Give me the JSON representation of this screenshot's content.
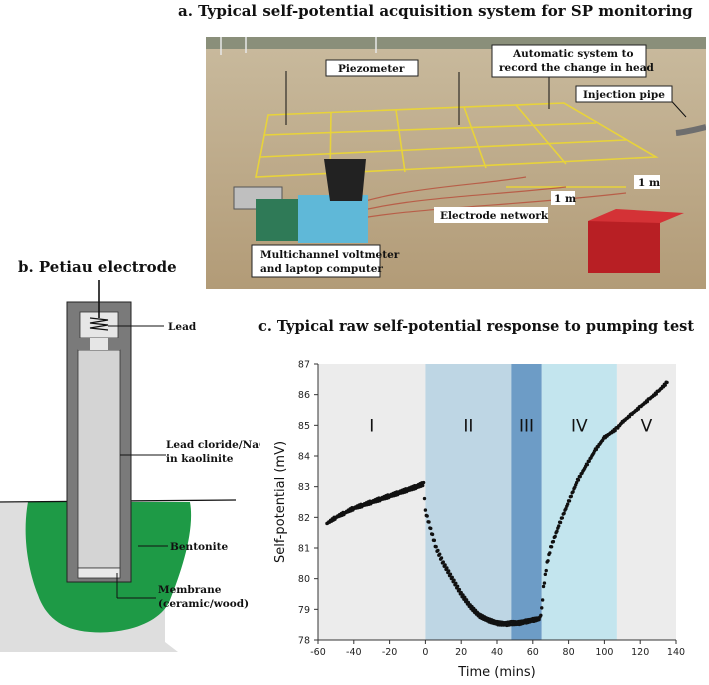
{
  "panel_a": {
    "title": "a. Typical self-potential acquisition system for SP monitoring",
    "labels": {
      "piezometer": "Piezometer",
      "automatic_1": "Automatic system to",
      "automatic_2": "record the change in head",
      "injection_pipe": "Injection pipe",
      "one_m_a": "1 m",
      "one_m_b": "1 m",
      "electrode_network": "Electrode network",
      "voltmeter_1": "Multichannel voltmeter",
      "voltmeter_2": "and laptop computer"
    }
  },
  "panel_b": {
    "title": "b. Petiau electrode",
    "labels": {
      "lead": "Lead",
      "cloride_1": "Lead cloride/NaCl",
      "cloride_2": "in kaolinite",
      "bentonite": "Bentonite",
      "membrane_1": "Membrane",
      "membrane_2": "(ceramic/wood)"
    },
    "colors": {
      "bentonite": "#1e9a46",
      "ground": "#dedede",
      "tube": "#7a7a7a",
      "fill": "#d4d4d4"
    }
  },
  "panel_c": {
    "title": "c. Typical raw self-potential response to pumping test"
  },
  "chart_data": {
    "type": "scatter",
    "xlabel": "Time (mins)",
    "ylabel": "Self-potential (mV)",
    "xlim": [
      -60,
      140
    ],
    "ylim": [
      78,
      87
    ],
    "xticks": [
      -60,
      -40,
      -20,
      0,
      20,
      40,
      60,
      80,
      100,
      120,
      140
    ],
    "yticks": [
      78,
      79,
      80,
      81,
      82,
      83,
      84,
      85,
      86,
      87
    ],
    "phases": [
      {
        "label": "I",
        "x0": -60,
        "x1": 0,
        "color": "#ececec"
      },
      {
        "label": "II",
        "x0": 0,
        "x1": 48,
        "color": "#bed6e4"
      },
      {
        "label": "III",
        "x0": 48,
        "x1": 65,
        "color": "#6d9cc6"
      },
      {
        "label": "IV",
        "x0": 65,
        "x1": 107,
        "color": "#c3e5ee"
      },
      {
        "label": "V",
        "x0": 107,
        "x1": 140,
        "color": "#ececec"
      }
    ],
    "series": [
      {
        "points": [
          [
            -55,
            81.8
          ],
          [
            -50,
            82.0
          ],
          [
            -45,
            82.15
          ],
          [
            -40,
            82.3
          ],
          [
            -35,
            82.4
          ],
          [
            -30,
            82.5
          ],
          [
            -25,
            82.6
          ],
          [
            -20,
            82.7
          ],
          [
            -15,
            82.8
          ],
          [
            -10,
            82.9
          ],
          [
            -5,
            83.0
          ],
          [
            -1,
            83.1
          ],
          [
            0,
            82.2
          ],
          [
            3,
            81.6
          ],
          [
            6,
            81.0
          ],
          [
            10,
            80.5
          ],
          [
            15,
            80.0
          ],
          [
            20,
            79.5
          ],
          [
            25,
            79.1
          ],
          [
            30,
            78.8
          ],
          [
            35,
            78.65
          ],
          [
            40,
            78.55
          ],
          [
            45,
            78.52
          ],
          [
            48,
            78.55
          ],
          [
            52,
            78.55
          ],
          [
            56,
            78.6
          ],
          [
            60,
            78.65
          ],
          [
            64,
            78.7
          ],
          [
            65,
            79.0
          ],
          [
            66,
            79.7
          ],
          [
            68,
            80.5
          ],
          [
            70,
            81.0
          ],
          [
            75,
            81.8
          ],
          [
            80,
            82.5
          ],
          [
            85,
            83.2
          ],
          [
            90,
            83.7
          ],
          [
            95,
            84.2
          ],
          [
            100,
            84.6
          ],
          [
            107,
            84.9
          ],
          [
            110,
            85.1
          ],
          [
            115,
            85.35
          ],
          [
            120,
            85.6
          ],
          [
            125,
            85.85
          ],
          [
            130,
            86.1
          ],
          [
            135,
            86.4
          ]
        ]
      }
    ]
  }
}
